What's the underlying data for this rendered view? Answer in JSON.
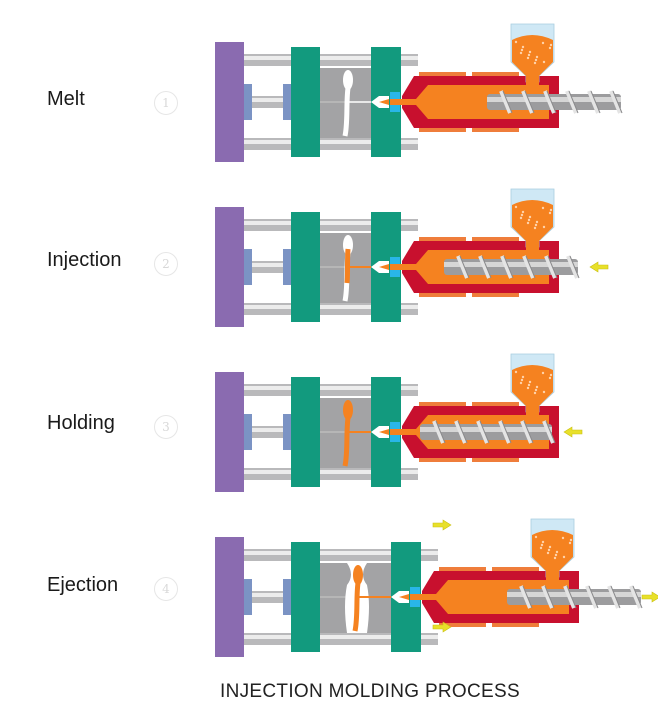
{
  "title": "INJECTION MOLDING PROCESS",
  "colors": {
    "clamp_plate": "#8a6bb0",
    "platen": "#129a7e",
    "mold": "#a3a3a5",
    "barrel": "#c8102e",
    "melt": "#f58220",
    "heater": "#ef7d3b",
    "hopper": "#cfe8f5",
    "nozzle_ring": "#29b6e8",
    "arrow": "#e8e02a",
    "ejector_pad": "#7b93c4"
  },
  "stages": [
    {
      "number": "1",
      "label": "Melt",
      "state": "mold-empty",
      "screw_position": "retracted",
      "arrows": []
    },
    {
      "number": "2",
      "label": "Injection",
      "state": "mold-partially-filled",
      "screw_position": "forward",
      "arrows": [
        "screw-push-left"
      ]
    },
    {
      "number": "3",
      "label": "Holding",
      "state": "mold-filled",
      "screw_position": "full-forward",
      "arrows": [
        "screw-push-left"
      ]
    },
    {
      "number": "4",
      "label": "Ejection",
      "state": "mold-open-part-ejected",
      "screw_position": "retracted",
      "arrows": [
        "platen-top-right",
        "platen-bottom-right",
        "screw-right"
      ]
    }
  ]
}
